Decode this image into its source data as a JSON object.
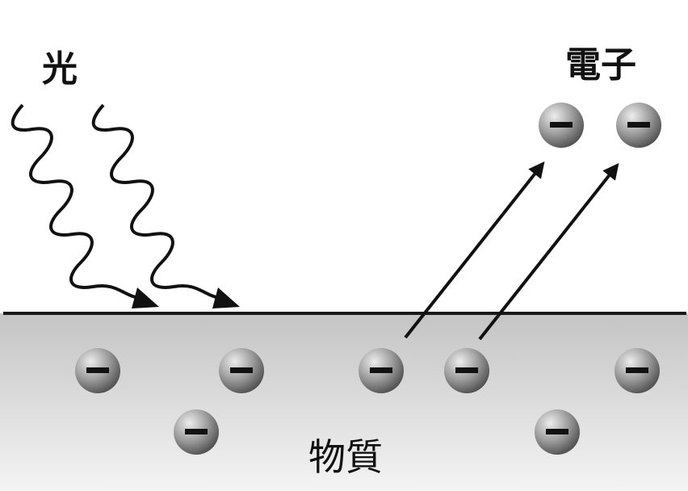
{
  "labels": {
    "light": "光",
    "electron": "電子",
    "material": "物質"
  },
  "electron_symbol": "minus-sign",
  "colors": {
    "background": "#ffffff",
    "material_top": "#c8c8c8",
    "material_bottom": "#f2f2f2",
    "surface_line": "#1a1a1a",
    "ink": "#111111",
    "electron_light": "#e6e6e6",
    "electron_dark": "#5a5a5a"
  },
  "icons": {
    "light_wave": "wavy-arrow-icon",
    "emission": "straight-arrow-icon",
    "electron": "electron-sphere-icon"
  }
}
